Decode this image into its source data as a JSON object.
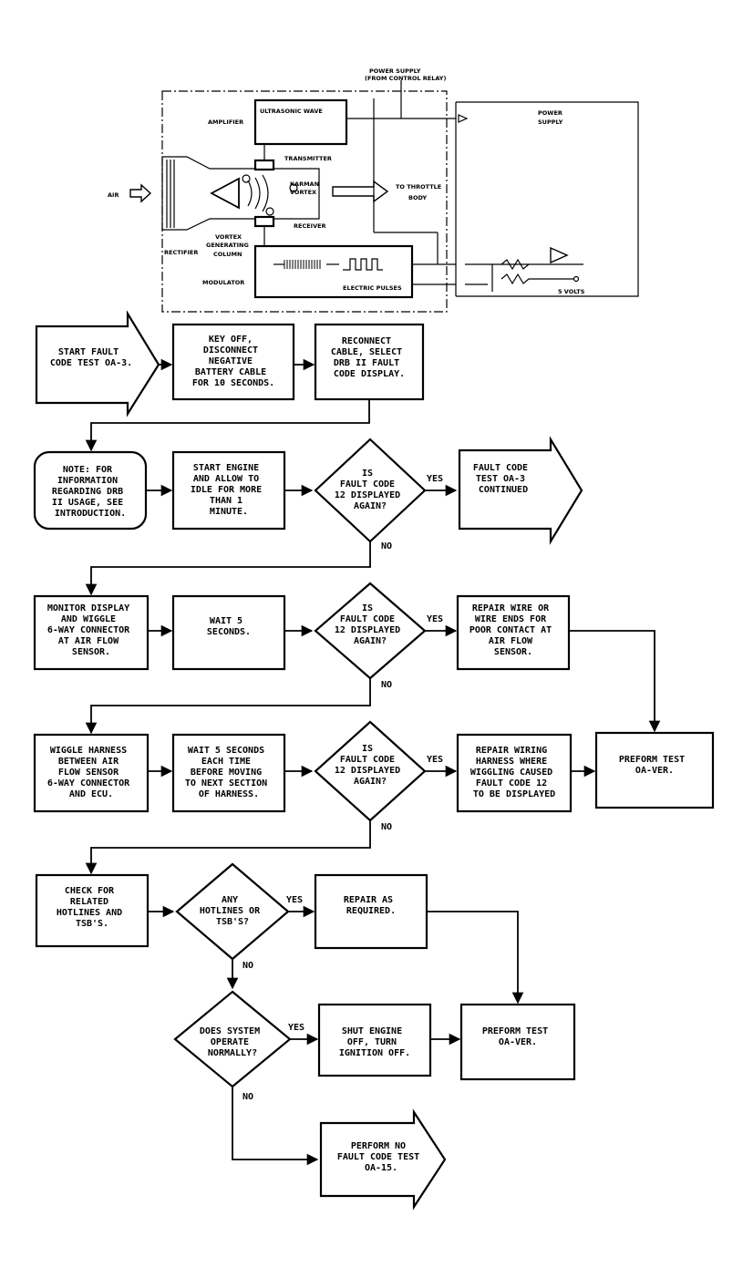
{
  "sensor": {
    "power_supply_top": [
      "POWER SUPPLY",
      "(FROM CONTROL RELAY)"
    ],
    "amplifier": "AMPLIFIER",
    "ultrasonic_wave": "ULTRASONIC WAVE",
    "power_supply_right": [
      "POWER",
      "SUPPLY"
    ],
    "transmitter": "TRANSMITTER",
    "air": "AIR",
    "karman_vortex": [
      "KARMAN",
      "VORTEX"
    ],
    "to_throttle_body": [
      "TO THROTTLE",
      "BODY"
    ],
    "receiver": "RECEIVER",
    "vortex_generating_column": [
      "VORTEX",
      "GENERATING",
      "COLUMN"
    ],
    "rectifier": "RECTIFIER",
    "modulator": "MODULATOR",
    "electric_pulses": "ELECTRIC PULSES",
    "five_volts": "5 VOLTS"
  },
  "flow": {
    "start": [
      "START FAULT",
      "CODE TEST OA-3."
    ],
    "key_off": [
      "KEY OFF,",
      "DISCONNECT",
      "NEGATIVE",
      "BATTERY CABLE",
      "FOR 10 SECONDS."
    ],
    "reconnect": [
      "RECONNECT",
      "CABLE, SELECT",
      "DRB II FAULT",
      "CODE DISPLAY."
    ],
    "note": [
      "NOTE: FOR",
      "INFORMATION",
      "REGARDING DRB",
      "II USAGE, SEE",
      "INTRODUCTION."
    ],
    "start_engine": [
      "START ENGINE",
      "AND ALLOW TO",
      "IDLE FOR MORE",
      "THAN 1",
      "MINUTE."
    ],
    "q1": [
      "IS",
      "FAULT CODE",
      "12 DISPLAYED",
      "AGAIN?"
    ],
    "continued": [
      "FAULT CODE",
      "TEST OA-3",
      "CONTINUED"
    ],
    "monitor": [
      "MONITOR DISPLAY",
      "AND WIGGLE",
      "6-WAY CONNECTOR",
      "AT AIR FLOW",
      "SENSOR."
    ],
    "wait5": [
      "WAIT 5",
      "SECONDS."
    ],
    "q2": [
      "IS",
      "FAULT CODE",
      "12 DISPLAYED",
      "AGAIN?"
    ],
    "repair_wire": [
      "REPAIR WIRE OR",
      "WIRE ENDS FOR",
      "POOR CONTACT AT",
      "AIR FLOW",
      "SENSOR."
    ],
    "wiggle": [
      "WIGGLE HARNESS",
      "BETWEEN AIR",
      "FLOW SENSOR",
      "6-WAY CONNECTOR",
      "AND ECU."
    ],
    "wait5each": [
      "WAIT 5 SECONDS",
      "EACH TIME",
      "BEFORE MOVING",
      "TO NEXT SECTION",
      "OF HARNESS."
    ],
    "q3": [
      "IS",
      "FAULT CODE",
      "12 DISPLAYED",
      "AGAIN?"
    ],
    "repair_wiring": [
      "REPAIR WIRING",
      "HARNESS WHERE",
      "WIGGLING CAUSED",
      "FAULT CODE 12",
      "TO BE DISPLAYED"
    ],
    "perform1": [
      "PREFORM TEST",
      "OA-VER."
    ],
    "check": [
      "CHECK FOR",
      "RELATED",
      "HOTLINES AND",
      "TSB'S."
    ],
    "q4": [
      "ANY",
      "HOTLINES OR",
      "TSB'S?"
    ],
    "repair_req": [
      "REPAIR AS",
      "REQUIRED."
    ],
    "q5": [
      "DOES SYSTEM",
      "OPERATE",
      "NORMALLY?"
    ],
    "shut": [
      "SHUT ENGINE",
      "OFF, TURN",
      "IGNITION OFF."
    ],
    "perform2": [
      "PREFORM TEST",
      "OA-VER."
    ],
    "perform_nf": [
      "PERFORM NO",
      "FAULT CODE TEST",
      "OA-15."
    ],
    "yes": "YES",
    "no": "NO"
  }
}
